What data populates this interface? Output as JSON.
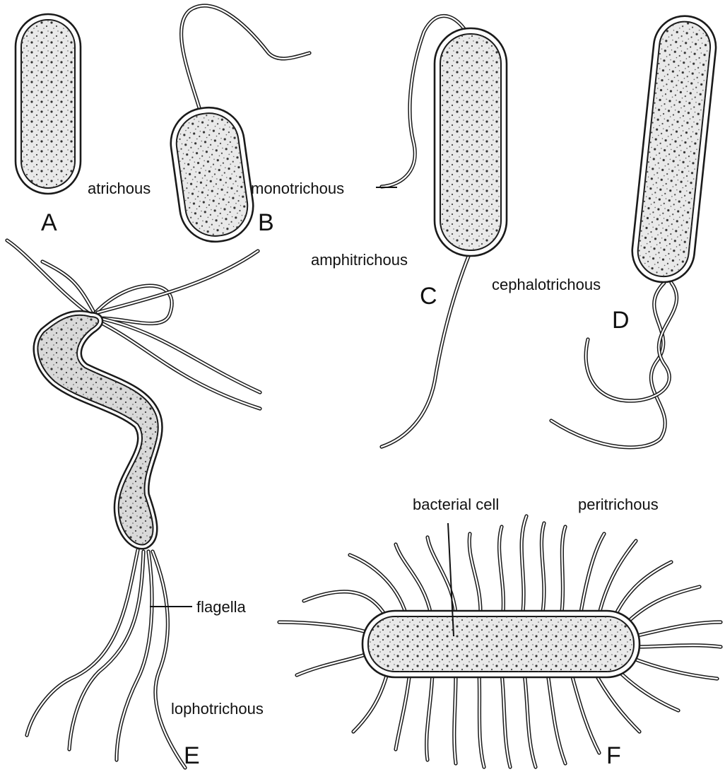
{
  "labels": {
    "atrichous": "atrichous",
    "monotrichous": "monotrichous",
    "amphitrichous": "amphitrichous",
    "cephalotrichous": "cephalotrichous",
    "flagella": "flagella",
    "lophotrichous": "lophotrichous",
    "bacterial_cell": "bacterial cell",
    "peritrichous": "peritrichous"
  },
  "letters": {
    "A": "A",
    "B": "B",
    "C": "C",
    "D": "D",
    "E": "E",
    "F": "F"
  },
  "colors": {
    "ink": "#1a1a1a",
    "cytoplasm": "#e9e9e9",
    "background": "#ffffff"
  }
}
